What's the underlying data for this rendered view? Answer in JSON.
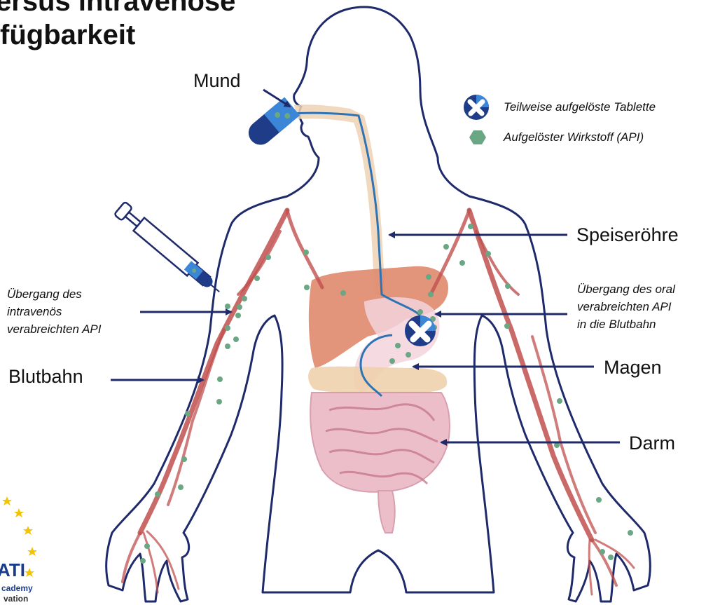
{
  "title": {
    "line1": "ersus intravenöse",
    "line2": "fügbarkeit"
  },
  "labels": {
    "mund": "Mund",
    "speiseroehre": "Speiseröhre",
    "uebergang_oral_1": "Übergang des oral",
    "uebergang_oral_2": "verabreichten API",
    "uebergang_oral_3": "in die Blutbahn",
    "magen": "Magen",
    "darm": "Darm",
    "uebergang_iv_1": "Übergang des",
    "uebergang_iv_2": "intravenös",
    "uebergang_iv_3": "verabreichten API",
    "blutbahn": "Blutbahn"
  },
  "legend": {
    "tablet": "Teilweise aufgelöste Tablette",
    "api": "Aufgelöster Wirkstoff (API)"
  },
  "logo": {
    "line1": "ATI",
    "line2": "cademy",
    "line3": "vation"
  },
  "colors": {
    "outline": "#1f2a6b",
    "arrow": "#1f2a6b",
    "vessel": "#c0504d",
    "api_dot": "#6aa784",
    "tablet_dark": "#1f3c88",
    "tablet_light": "#3b86d6",
    "liver": "#e08a6e",
    "intestine": "#e8b3c0",
    "esophagus": "#efd2b4",
    "stomach_line": "#2e74b5"
  }
}
